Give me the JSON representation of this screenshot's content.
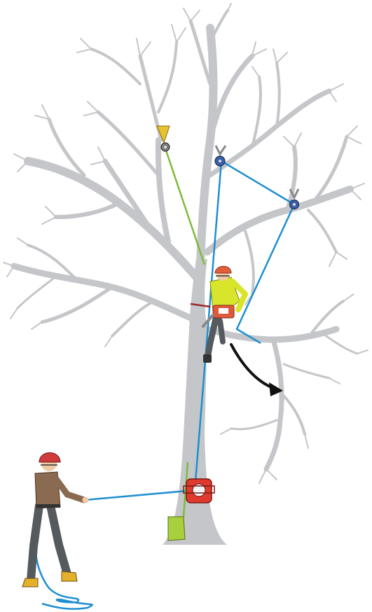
{
  "diagram": {
    "colors": {
      "tree": "#c5c6c9",
      "rigging_line": "#1f8fd0",
      "climbing_line": "#7dbb3a",
      "arrow": "#111111",
      "hi_vis": "#d8e52a",
      "helmet": "#e25d3a",
      "helmet_ground": "#d23b3b",
      "device": "#e03a2e",
      "bag": "#a8cf3c",
      "shirt_ground": "#8a6a50",
      "trousers": "#555a5e",
      "skin": "#f0c9a6",
      "boot": "#e6b12a"
    },
    "icons": [
      "tree-illustration",
      "climber-figure",
      "ground-worker-figure",
      "pulley-icon",
      "friction-device-icon",
      "chainsaw-icon",
      "rope-bag-icon",
      "curved-arrow-icon"
    ]
  }
}
